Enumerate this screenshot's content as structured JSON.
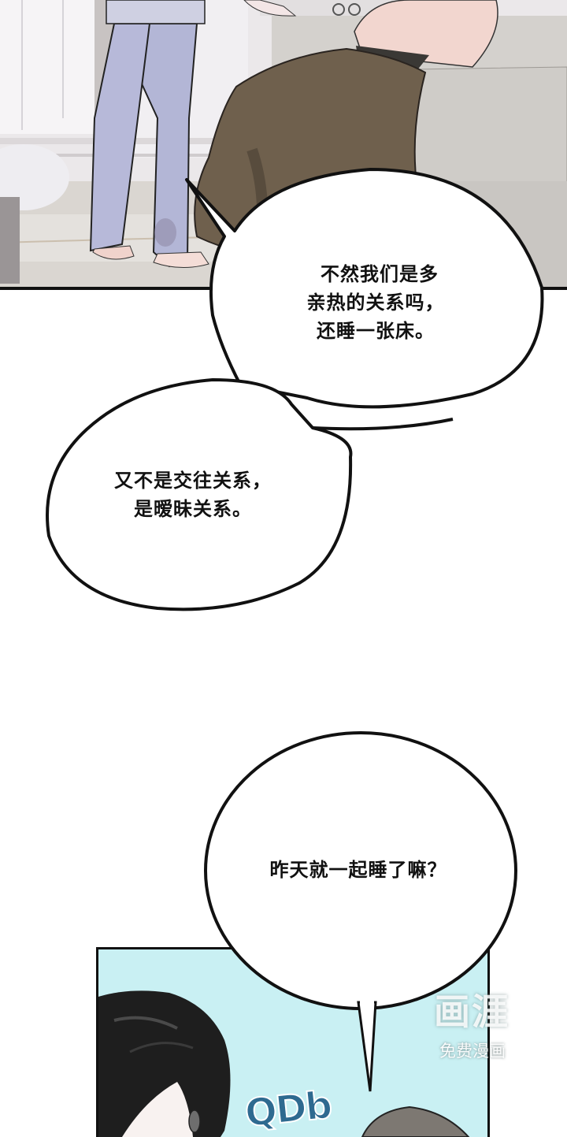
{
  "page": {
    "type": "webcomic-strip",
    "background": "#ffffff"
  },
  "panels": [
    {
      "id": "panel-1",
      "description": "Living room scene: person in lavender pajamas standing barefoot; shirtless man seated on grey sofa covered by a brown blanket",
      "colors": {
        "floor": "#d9d6d2",
        "wall": "#ece9ec",
        "pajamas": "#b5b8d8",
        "blanket": "#6e5f4c",
        "sofa": "#cfccc8",
        "skin": "#f1d8d2"
      }
    },
    {
      "id": "panel-2",
      "description": "Close-up of dark-haired character on light cyan background",
      "colors": {
        "background": "#c8f0f2",
        "hair": "#1e1e1e",
        "sfx": "#2e6a90",
        "border": "#111111"
      }
    }
  ],
  "bubbles": [
    {
      "id": "bubble-1",
      "lines": [
        "不然我们是多",
        "亲热的关系吗，",
        "还睡一张床。"
      ]
    },
    {
      "id": "bubble-2",
      "lines": [
        "又不是交往关系，",
        "是暧昧关系。"
      ]
    },
    {
      "id": "bubble-3",
      "lines": [
        "昨天就一起睡了嘛？"
      ]
    }
  ],
  "sfx": {
    "text": "QDb",
    "color": "#2e6a90"
  },
  "watermark": {
    "logo": "画涯",
    "subtitle": "免费漫画"
  }
}
